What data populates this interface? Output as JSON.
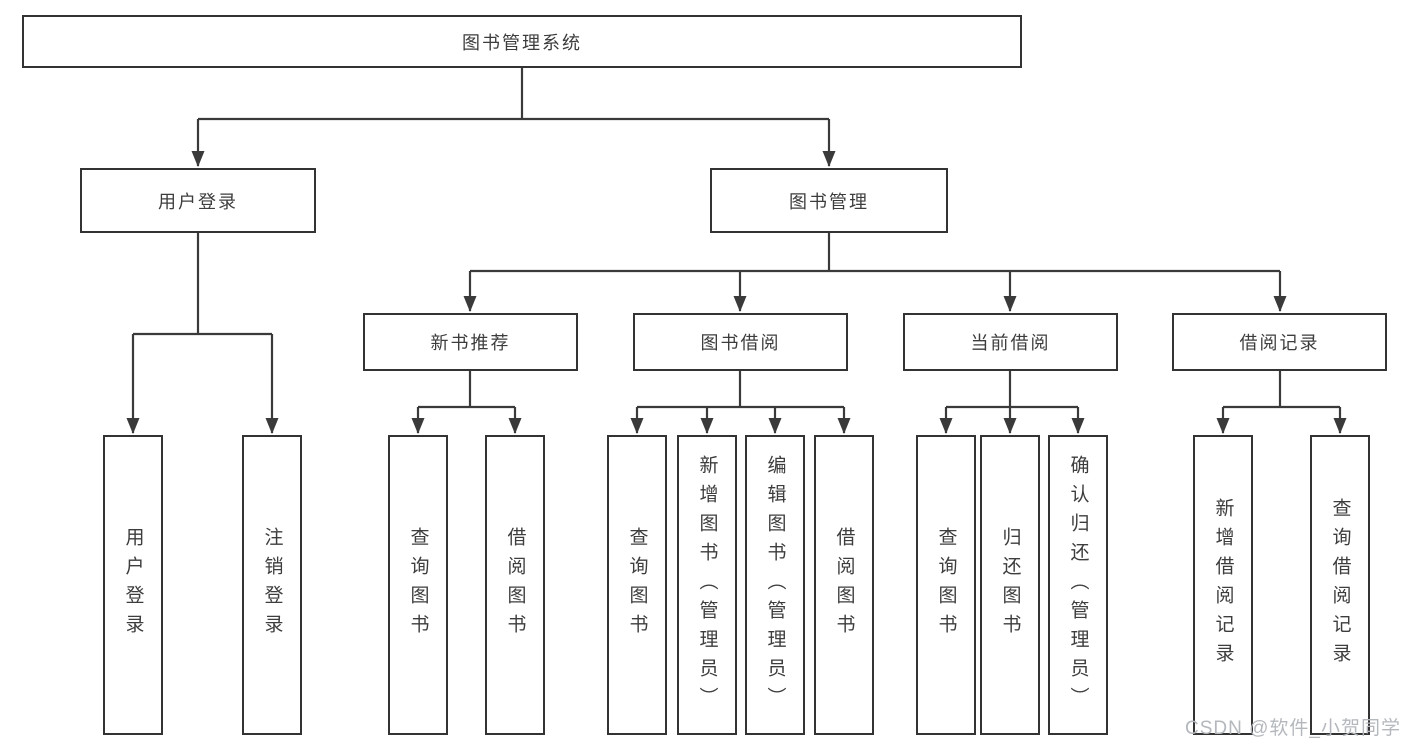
{
  "diagram": {
    "root": "图书管理系统",
    "l2": {
      "user_login": "用户登录",
      "book_mgmt": "图书管理"
    },
    "l3": {
      "new_book": "新书推荐",
      "borrow": "图书借阅",
      "current": "当前借阅",
      "records": "借阅记录"
    },
    "leaf": {
      "user_login": "用户登录",
      "logout": "注销登录",
      "nb_query": "查询图书",
      "nb_borrow": "借阅图书",
      "bb_query": "查询图书",
      "bb_add": "新增图书（管理员）",
      "bb_edit": "编辑图书（管理员）",
      "bb_borrow": "借阅图书",
      "cb_query": "查询图书",
      "cb_return": "归还图书",
      "cb_confirm": "确认归还（管理员）",
      "br_add": "新增借阅记录",
      "br_query": "查询借阅记录"
    }
  },
  "watermark": "CSDN @软件_小贺同学",
  "colors": {
    "line": "#3a3a3a",
    "box_border": "#333333",
    "text": "#3d3d3d",
    "watermark": "#b4b8bd"
  }
}
